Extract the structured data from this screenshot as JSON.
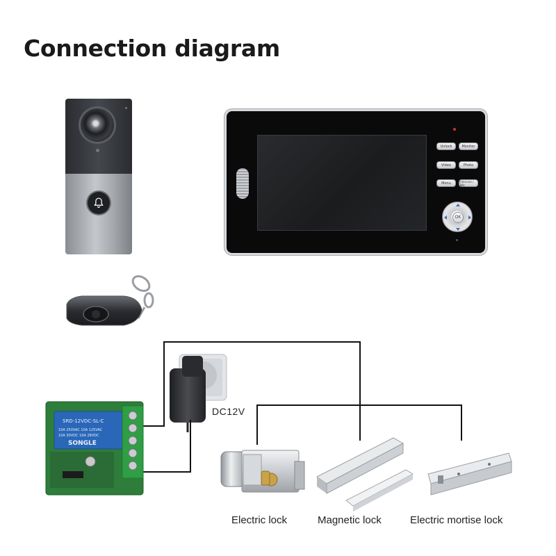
{
  "title": "Connection diagram",
  "power_label": "DC12V",
  "monitor": {
    "buttons": [
      "Unlock",
      "Monitor",
      "Video",
      "Photo",
      "Menu",
      "Intercom / Talk"
    ],
    "ok_label": "OK"
  },
  "relay": {
    "brand": "SONGLE",
    "model": "SRD-12VDC-SL-C",
    "rating_1": "10A 250VAC  10A 125VAC",
    "rating_2": "10A 30VDC  10A 28VDC"
  },
  "locks": [
    {
      "label": "Electric lock"
    },
    {
      "label": "Magnetic lock"
    },
    {
      "label": "Electric mortise lock"
    }
  ],
  "colors": {
    "wire": "#111111",
    "relay_board": "#2e7d3a",
    "relay_body": "#2a67b8",
    "terminal": "#2f9e44",
    "monitor_body": "#0a0a0b",
    "lock_metal": "#c9ccd0",
    "brass": "#c9a24a"
  }
}
